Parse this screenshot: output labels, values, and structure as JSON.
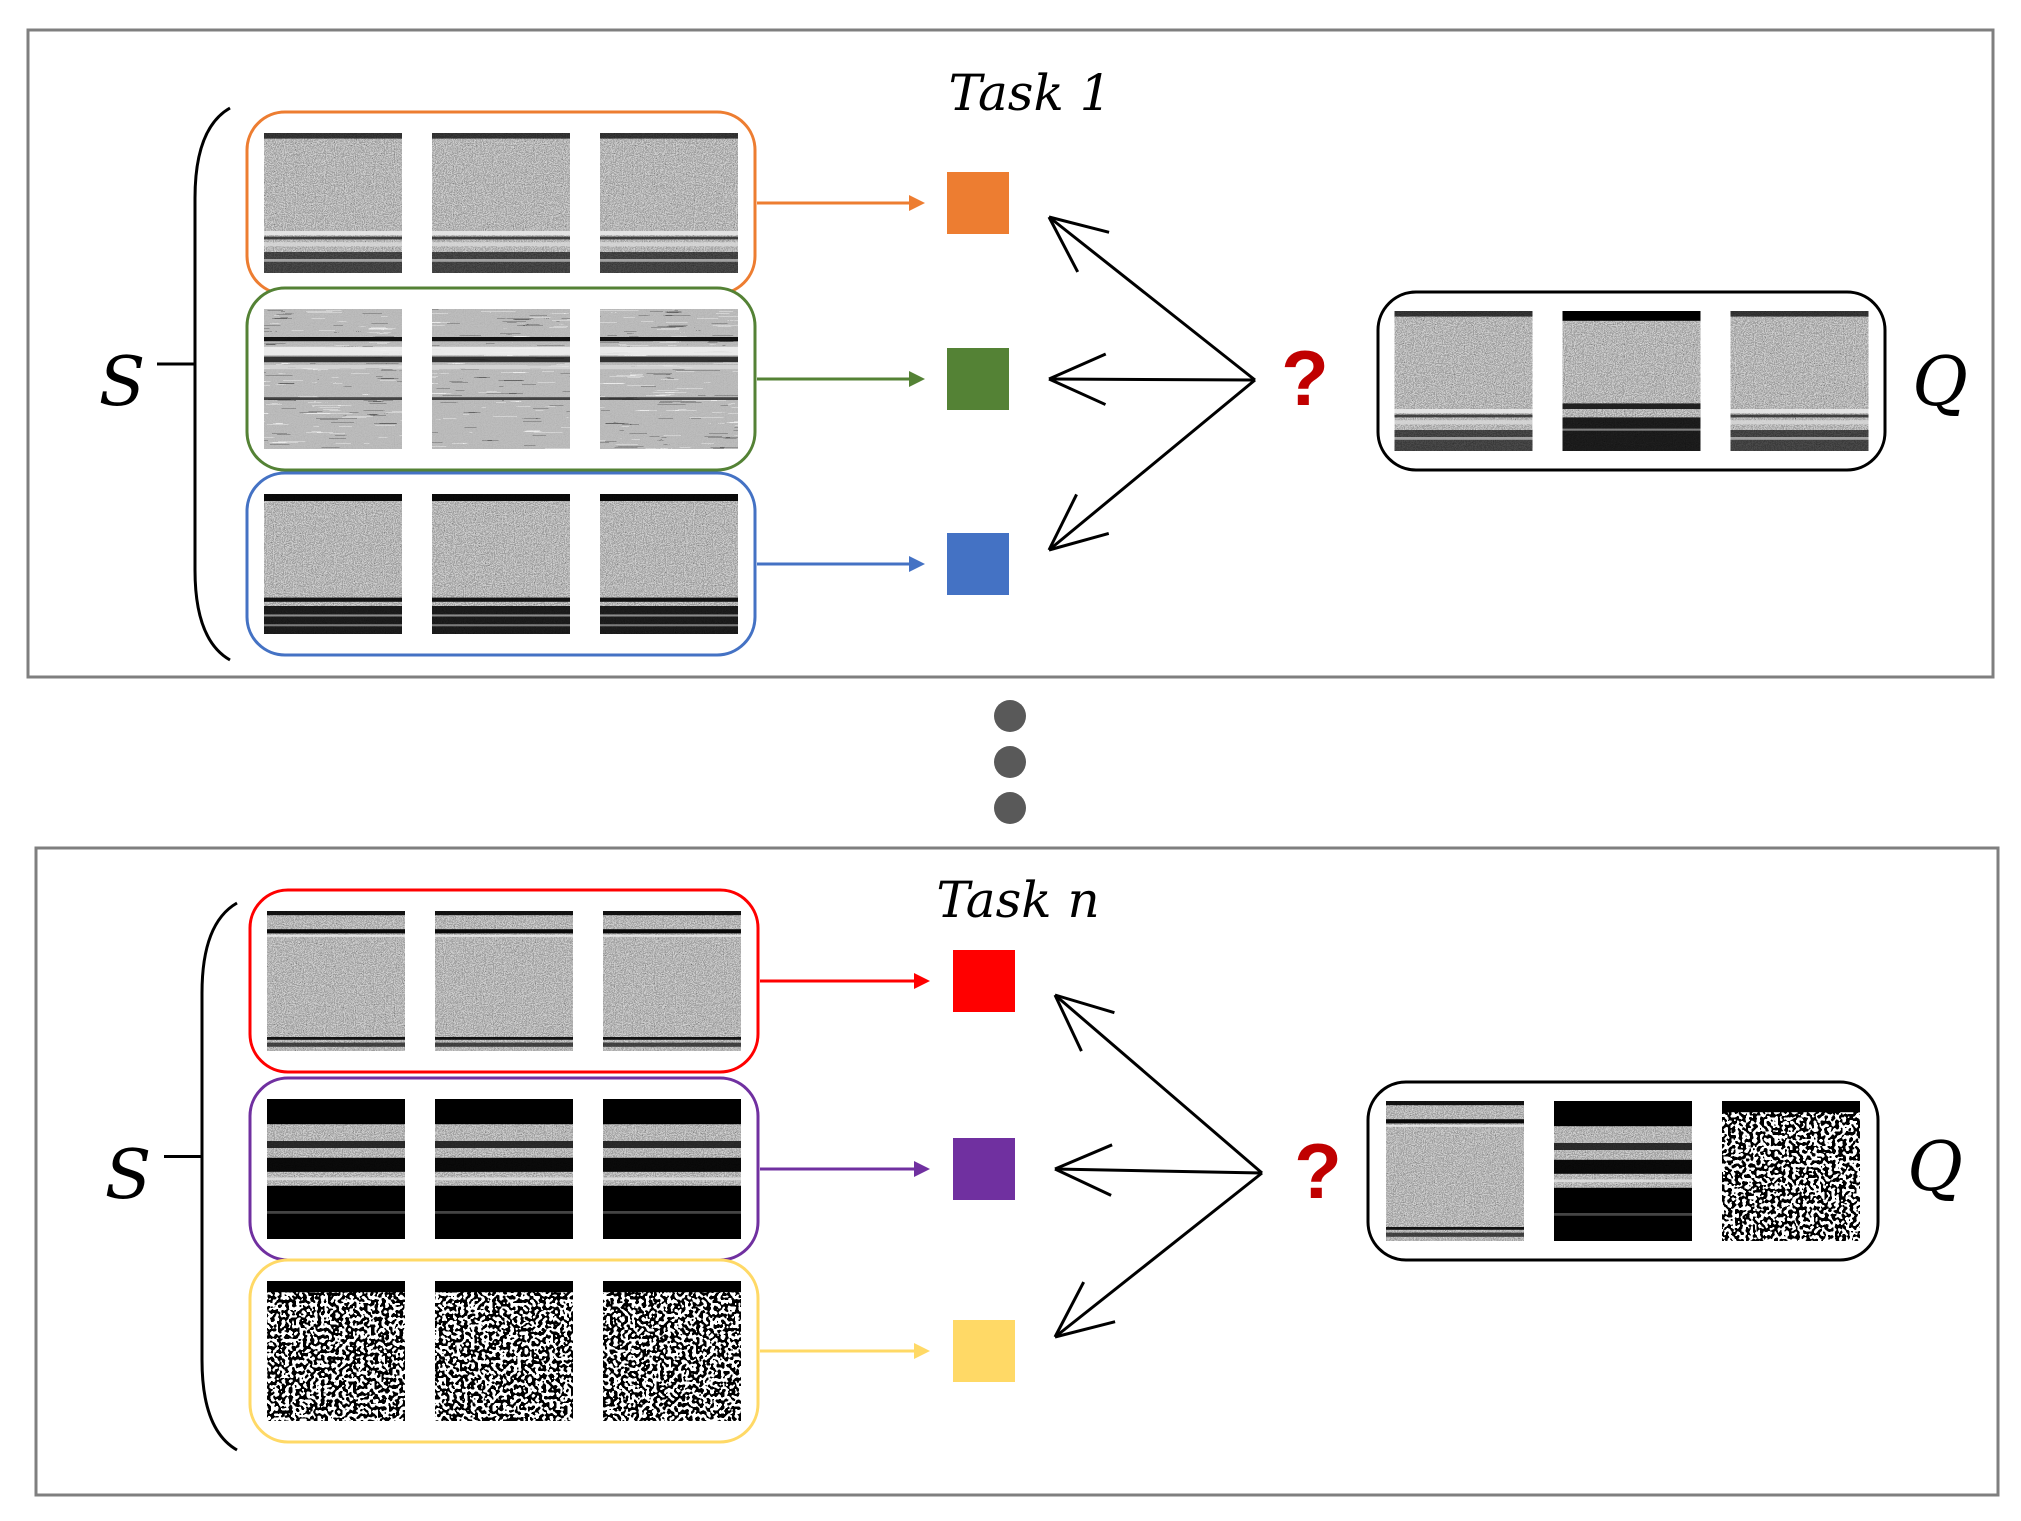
{
  "colors": {
    "frame": "#7f7f7f",
    "arrow": "#000000",
    "question": "#c00000",
    "dots": "#595959",
    "group_border_query": "#000000"
  },
  "tasks": [
    {
      "title": "Task 1",
      "support_label": "S",
      "query_label": "Q",
      "question_mark": "?",
      "classes": [
        {
          "name": "orange",
          "color": "#ed7d31",
          "pattern": "stripe-bottom"
        },
        {
          "name": "green",
          "color": "#548235",
          "pattern": "mixed-waves"
        },
        {
          "name": "blue",
          "color": "#4472c4",
          "pattern": "dark-bottom"
        }
      ],
      "query_patterns": [
        "stripe-bottom",
        "dark-top-bottom",
        "stripe-bottom"
      ]
    },
    {
      "title": "Task n",
      "support_label": "S",
      "query_label": "Q",
      "question_mark": "?",
      "classes": [
        {
          "name": "red",
          "color": "#ff0000",
          "pattern": "lines-top-bottom"
        },
        {
          "name": "purple",
          "color": "#7030a0",
          "pattern": "black-bands"
        },
        {
          "name": "yellow",
          "color": "#ffd966",
          "pattern": "coarse-noise"
        }
      ],
      "query_patterns": [
        "lines-top-bottom",
        "black-bands",
        "coarse-noise"
      ]
    }
  ],
  "icons": {
    "ellipsis": "vertical-ellipsis-icon",
    "brace": "left-brace-icon"
  }
}
